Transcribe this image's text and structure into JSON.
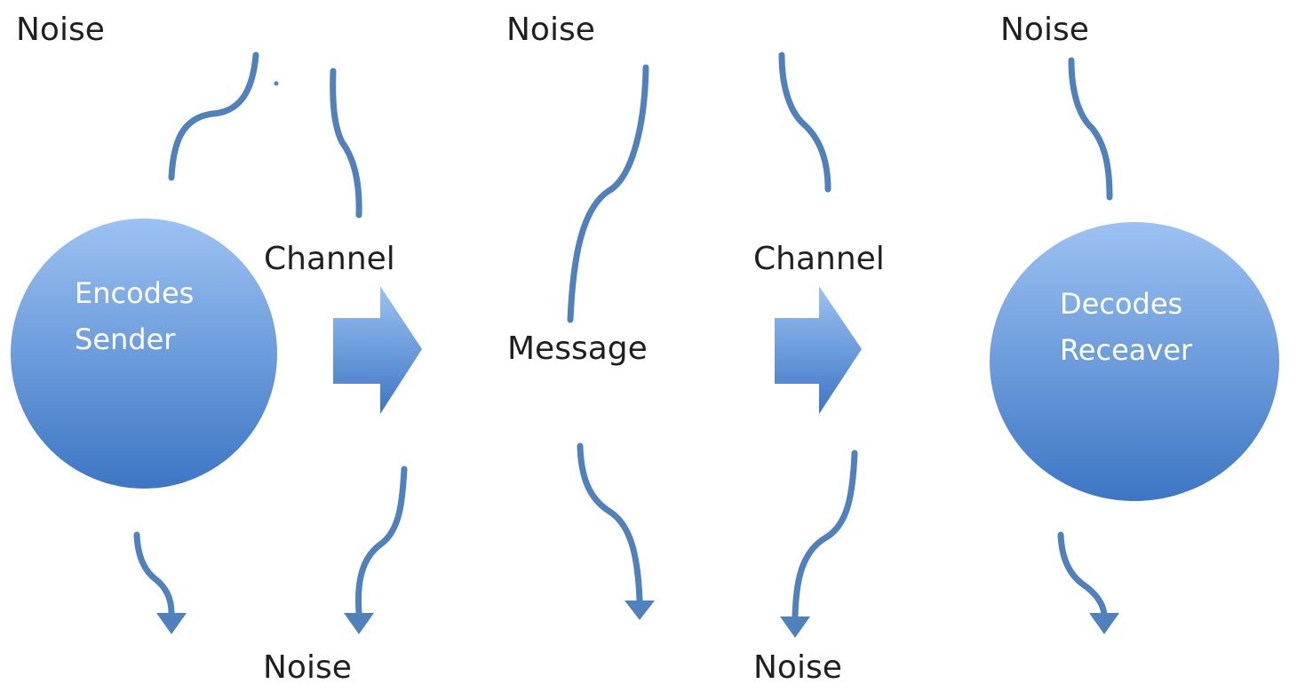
{
  "colors": {
    "stroke": "#4f81bd",
    "node_light": "#9cc2f2",
    "node_dark": "#3c76c4",
    "text": "#1f1f1f",
    "node_text": "#ffffff"
  },
  "labels": {
    "noise_top_left": "Noise",
    "noise_top_center": "Noise",
    "noise_top_right": "Noise",
    "channel_left": "Channel",
    "channel_right": "Channel",
    "message": "Message",
    "noise_bottom_left": "Noise",
    "noise_bottom_right": "Noise"
  },
  "nodes": {
    "sender": {
      "line1": "Encodes",
      "line2": "Sender"
    },
    "receiver": {
      "line1": "Decodes",
      "line2": "Receaver"
    }
  }
}
